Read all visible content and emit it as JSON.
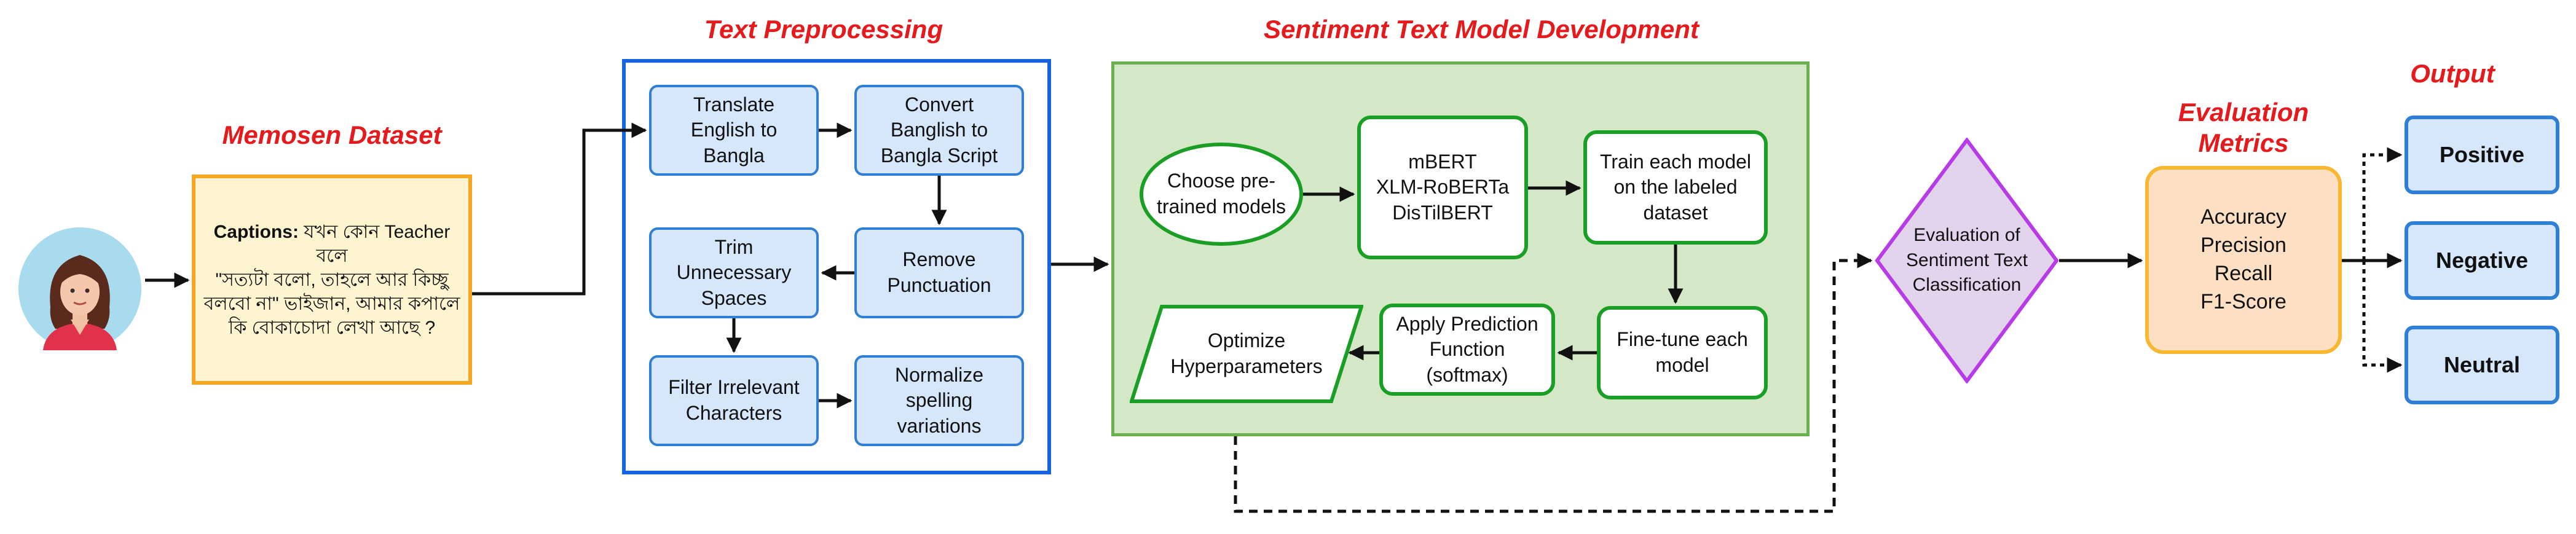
{
  "titles": {
    "dataset": "Memosen Dataset",
    "preprocessing": "Text Preprocessing",
    "model_dev": "Sentiment Text Model Development",
    "metrics_line1": "Evaluation",
    "metrics_line2": "Metrics",
    "output": "Output"
  },
  "dataset": {
    "caption_label": "Captions:",
    "caption_line1": "যখন কোন Teacher বলে",
    "caption_line2": "\"সত্যটা বলো, তাহলে আর কিচ্ছু",
    "caption_line3": "বলবো না\"  ভাইজান, আমার কপালে",
    "caption_line4": "কি বোকাচোদা লেখা আছে ?"
  },
  "preprocessing": {
    "translate": {
      "line1": "Translate",
      "line2": "English to",
      "line3": "Bangla"
    },
    "convert": {
      "line1": "Convert",
      "line2": "Banglish to",
      "line3": "Bangla Script"
    },
    "remove": {
      "line1": "Remove",
      "line2": "Punctuation"
    },
    "trim": {
      "line1": "Trim",
      "line2": "Unnecessary",
      "line3": "Spaces"
    },
    "filter": {
      "line1": "Filter Irrelevant",
      "line2": "Characters"
    },
    "normalize": {
      "line1": "Normalize",
      "line2": "spelling",
      "line3": "variations"
    }
  },
  "model_dev": {
    "choose": {
      "line1": "Choose pre-",
      "line2": "trained models"
    },
    "models": {
      "line1": "mBERT",
      "line2": "XLM-RoBERTa",
      "line3": "DisTilBERT"
    },
    "train": {
      "line1": "Train each model",
      "line2": "on the labeled",
      "line3": "dataset"
    },
    "finetune": {
      "line1": "Fine-tune each",
      "line2": "model"
    },
    "predict": {
      "line1": "Apply Prediction",
      "line2": "Function",
      "line3": "(softmax)"
    },
    "optimize": {
      "line1": "Optimize",
      "line2": "Hyperparameters"
    }
  },
  "evaluation": {
    "line1": "Evaluation of",
    "line2": "Sentiment Text",
    "line3": "Classification"
  },
  "metrics": {
    "line1": "Accuracy",
    "line2": "Precision",
    "line3": "Recall",
    "line4": "F1-Score"
  },
  "outputs": {
    "positive": "Positive",
    "negative": "Negative",
    "neutral": "Neutral"
  },
  "icons": {
    "avatar": "woman-avatar-icon"
  },
  "colors": {
    "title_red": "#e41a1c",
    "dataset_border": "#f5a623",
    "dataset_fill": "#fff4d0",
    "preproc_border": "#1565e0",
    "preproc_box_fill": "#d6e6fb",
    "model_panel_fill": "#d4e8c8",
    "model_border": "#1a9e25",
    "eval_fill": "#e3d4ee",
    "eval_border": "#b83be8",
    "metrics_fill": "#fde0c4",
    "metrics_border": "#f7b731",
    "output_fill": "#d6e6fb",
    "output_border": "#2f7fd6",
    "avatar_bg": "#a9dbee"
  }
}
